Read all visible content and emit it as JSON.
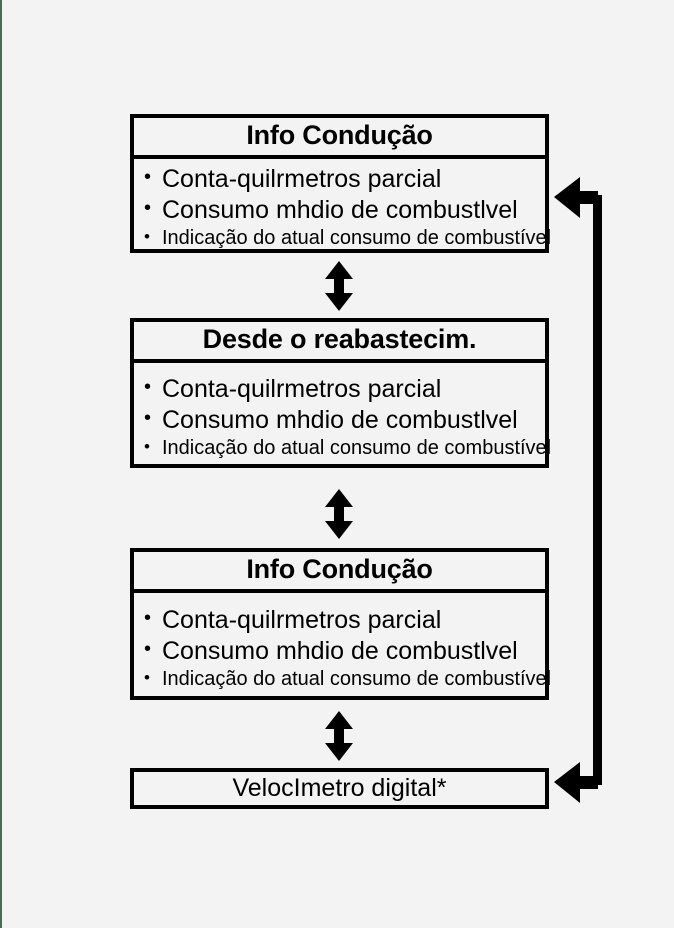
{
  "diagram": {
    "type": "flow-diagram",
    "background_color": "#f2f3f2",
    "line_color": "#000000",
    "nodes": [
      {
        "id": "info-conducao-1",
        "title": "Info Condução",
        "items": [
          "Conta-quilrmetros parcial",
          "Consumo mhdio de combustlvel",
          "Indicação do atual consumo de combustível"
        ]
      },
      {
        "id": "desde-o-reabastecim",
        "title": "Desde o reabastecim.",
        "items": [
          "Conta-quilrmetros parcial",
          "Consumo mhdio de combustlvel",
          "Indicação do atual consumo de combustível"
        ]
      },
      {
        "id": "info-conducao-2",
        "title": "Info Condução",
        "items": [
          "Conta-quilrmetros parcial",
          "Consumo mhdio de combustlvel",
          "Indicação do atual consumo de combustível"
        ]
      },
      {
        "id": "velocimetro-digital",
        "title": "VelocImetro digital*",
        "items": []
      }
    ],
    "bullet_glyph": "•",
    "connectors": [
      {
        "id": "arrow-1-2",
        "kind": "double-headed-vertical"
      },
      {
        "id": "arrow-2-3",
        "kind": "double-headed-vertical"
      },
      {
        "id": "arrow-3-4",
        "kind": "double-headed-vertical"
      },
      {
        "id": "loop-return",
        "kind": "right-side-return-loop-bidirectional"
      }
    ]
  }
}
